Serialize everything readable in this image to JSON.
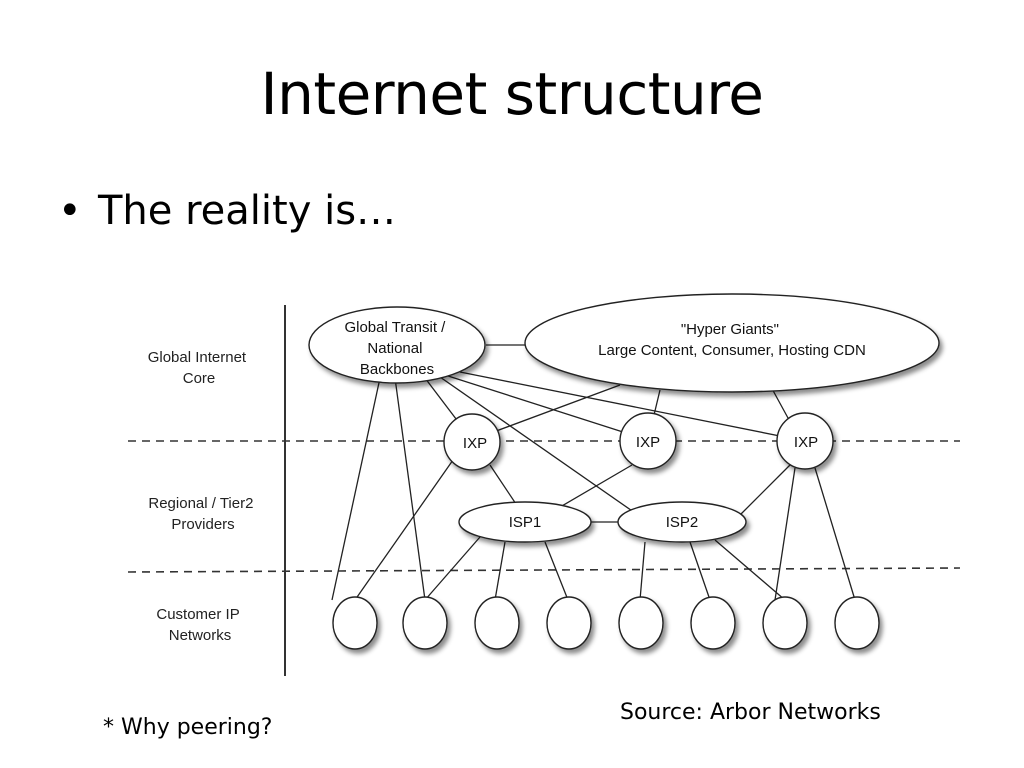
{
  "slide": {
    "title": "Internet structure",
    "bullet": "The reality is…",
    "bullet_marker": "•",
    "source": "Source: Arbor Networks",
    "footnote": "* Why peering?"
  },
  "diagram": {
    "layers": {
      "core": [
        "Global Internet",
        "Core"
      ],
      "regional": [
        "Regional / Tier2",
        "Providers"
      ],
      "customer": [
        "Customer IP",
        "Networks"
      ]
    },
    "nodes": {
      "global_transit": [
        "Global Transit /",
        "National",
        "Backbones"
      ],
      "hyper_giants": [
        "\"Hyper Giants\"",
        "Large Content, Consumer, Hosting CDN"
      ],
      "ixp": [
        "IXP",
        "IXP",
        "IXP"
      ],
      "isp1": "ISP1",
      "isp2": "ISP2"
    },
    "customer_network_count": 8
  }
}
